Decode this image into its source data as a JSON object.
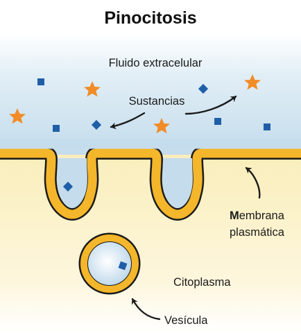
{
  "diagram": {
    "title": "Pinocitosis",
    "labels": {
      "extracellular": "Fluido extracelular",
      "substances": "Sustancias",
      "membrane_line1_bold": "M",
      "membrane_line1_rest": "embrana",
      "membrane_line2": "plasmática",
      "cytoplasm": "Citoplasma",
      "vesicle": "Vesícula"
    },
    "colors": {
      "extracellular_fluid": "#c9e0ee",
      "cytoplasm": "#fcf1c2",
      "membrane": "#f4b62a",
      "outline": "#1b1b1b",
      "star": "#f28c28",
      "square": "#1f5fa8"
    },
    "icons": {
      "substance_shape_1": "star-icon",
      "substance_shape_2": "square-icon",
      "arrows": "curved-arrow-icon"
    }
  }
}
